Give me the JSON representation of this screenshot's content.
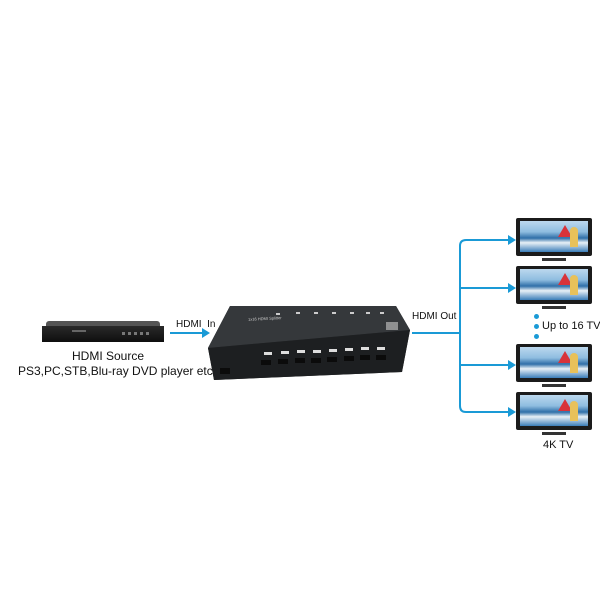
{
  "source": {
    "title": "HDMI Source",
    "subtitle": "PS3,PC,STB,Blu-ray DVD player etc"
  },
  "input_label": "HDMI  In",
  "output_label": "HDMI Out",
  "device": {
    "name": "1x16 HDMI Splitter"
  },
  "outputs": {
    "note": "Up to 16 TV",
    "tv_label": "4K TV",
    "tv_count_shown": 4
  },
  "colors": {
    "accent": "#1a9ad6",
    "device": "#242628"
  }
}
